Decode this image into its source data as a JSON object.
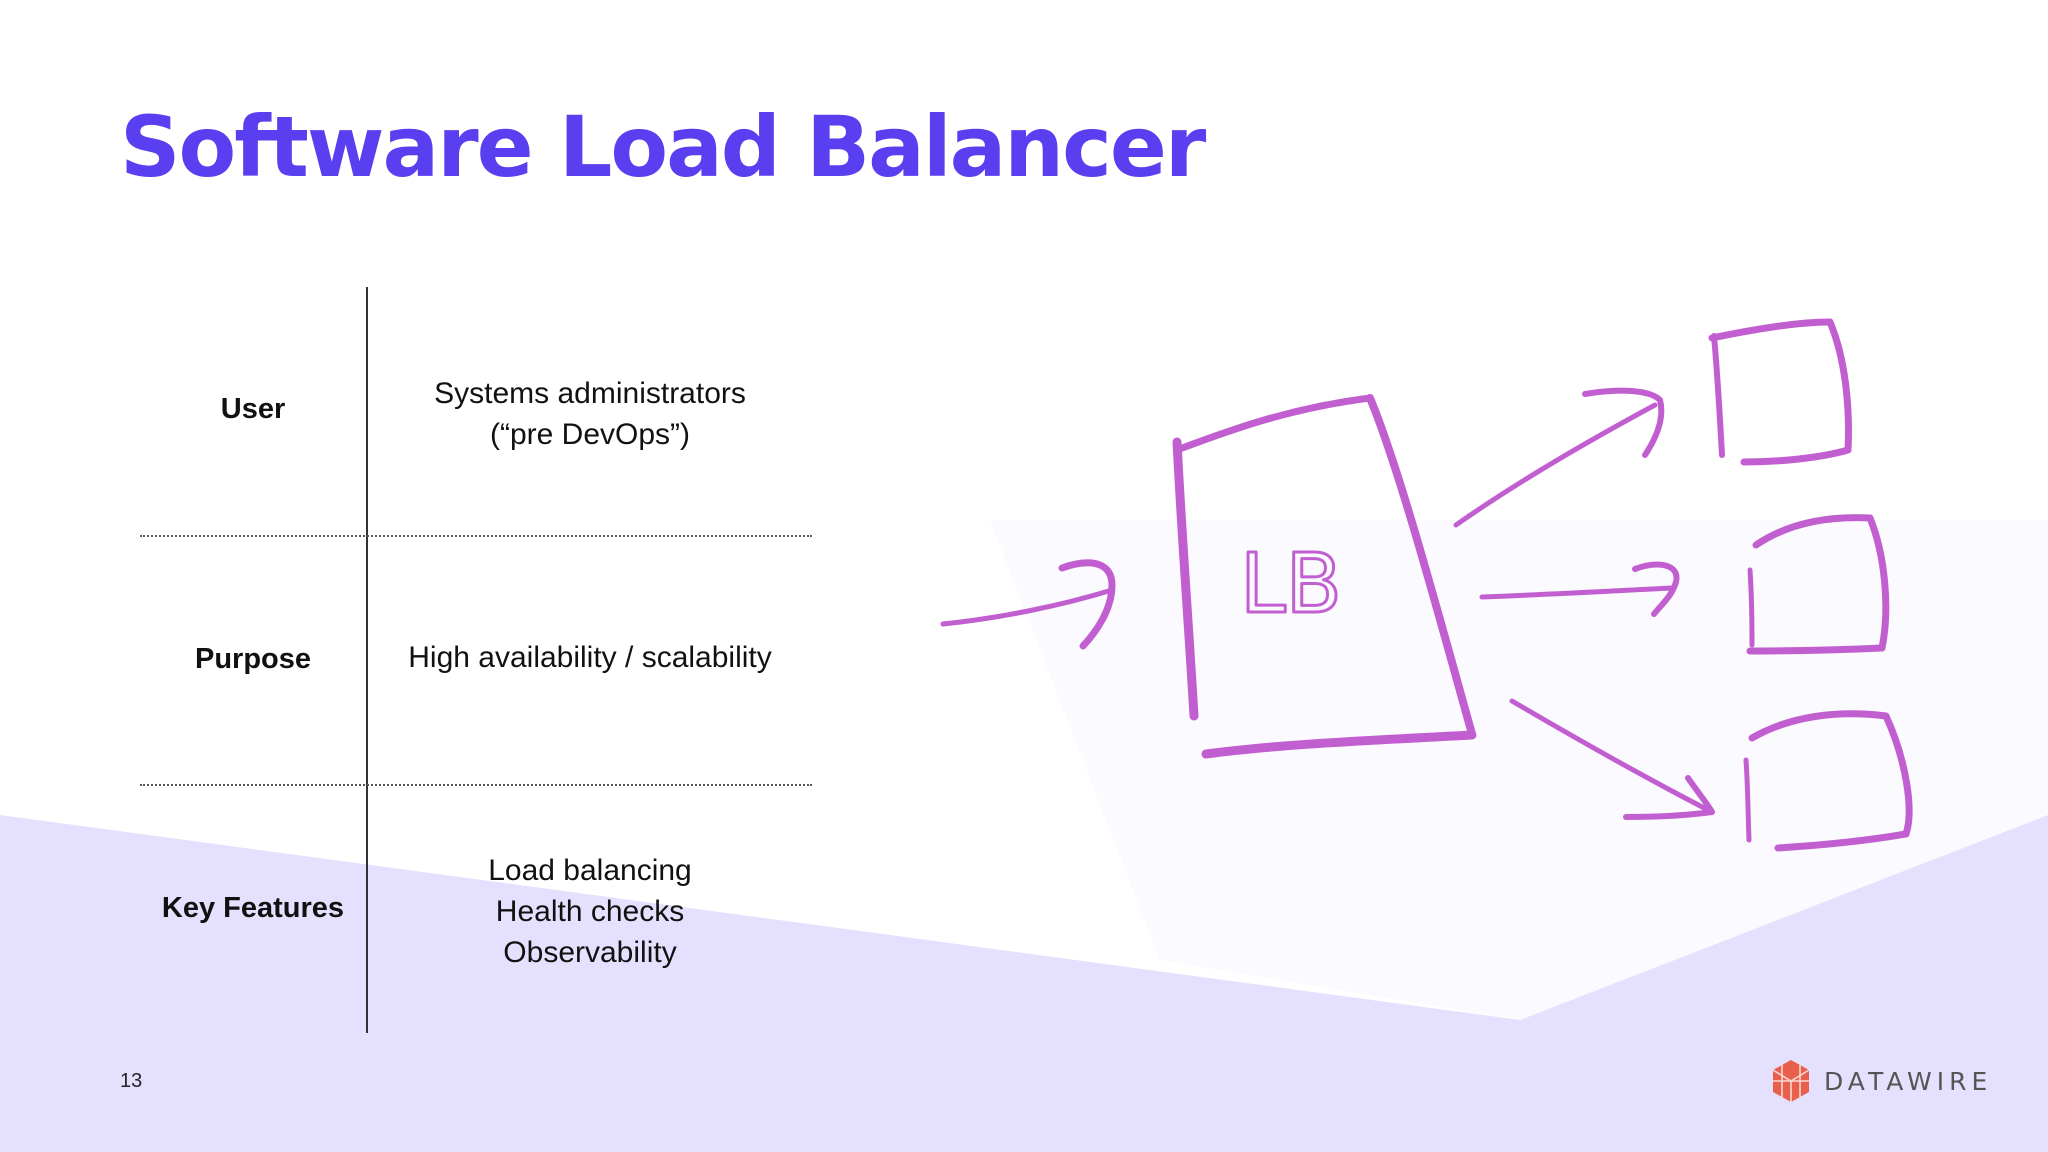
{
  "slide": {
    "title": "Software Load Balancer",
    "page_number": "13"
  },
  "table": {
    "rows": [
      {
        "label": "User",
        "value_lines": [
          "Systems administrators",
          "(“pre DevOps”)"
        ]
      },
      {
        "label": "Purpose",
        "value_lines": [
          "High availability / scalability"
        ]
      },
      {
        "label": "Key Features",
        "value_lines": [
          "Load balancing",
          "Health checks",
          "Observability"
        ]
      }
    ]
  },
  "diagram": {
    "box_label": "LB",
    "ink_color": "#c25fd0"
  },
  "brand": {
    "name": "DATAWIRE",
    "logo_icon": "datawire-hexagon-logo-icon",
    "color": "#e8604c"
  },
  "colors": {
    "title": "#5a3ff0",
    "background_band": "#e5e0fd"
  }
}
